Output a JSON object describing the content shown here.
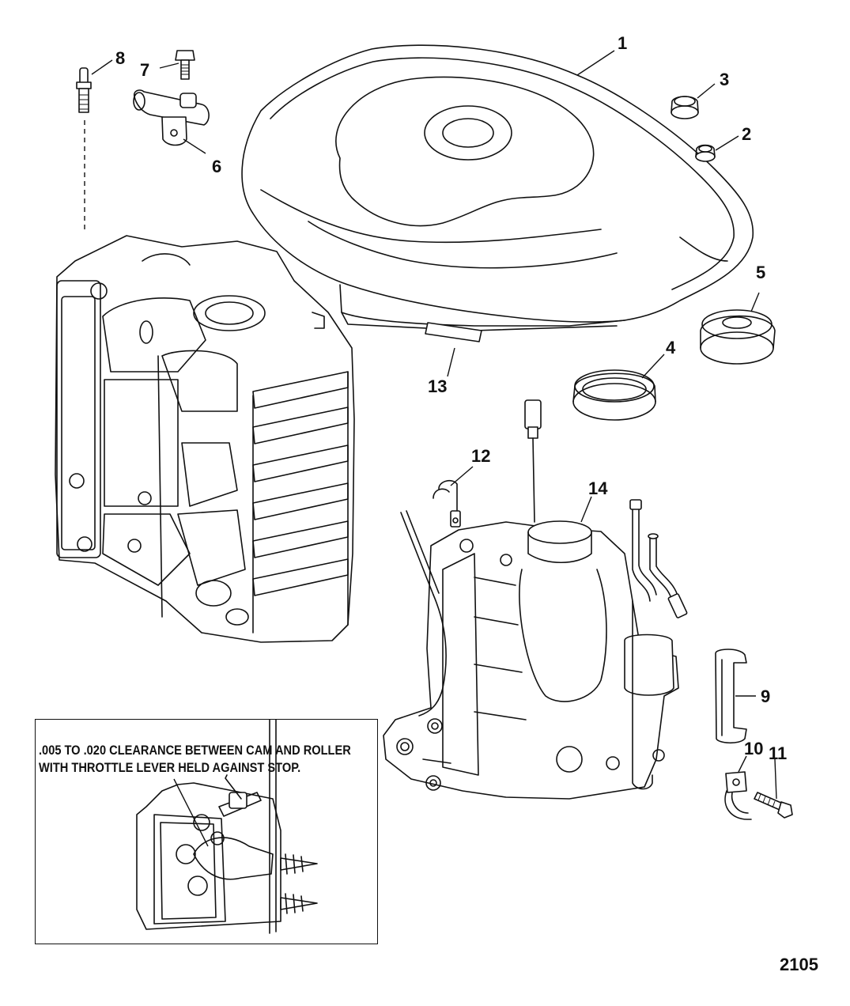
{
  "callouts": {
    "c1": "1",
    "c2": "2",
    "c3": "3",
    "c4": "4",
    "c5": "5",
    "c6": "6",
    "c7": "7",
    "c8": "8",
    "c9": "9",
    "c10": "10",
    "c11": "11",
    "c12": "12",
    "c13": "13",
    "c14": "14"
  },
  "inset": {
    "caption_line1": ".005 TO .020 CLEARANCE BETWEEN CAM AND ROLLER",
    "caption_line2": "WITH THROTTLE LEVER HELD AGAINST STOP."
  },
  "drawing_number": "2105"
}
